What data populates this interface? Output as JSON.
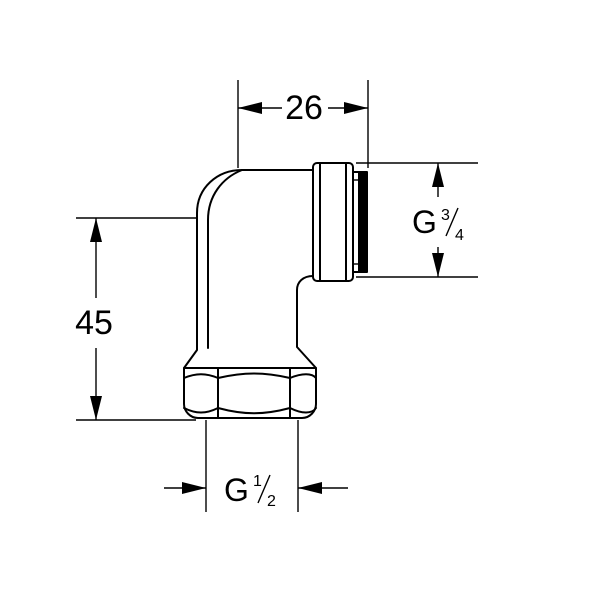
{
  "dimensions": {
    "width_label": "26",
    "height_label": "45",
    "outlet_thread": {
      "letter": "G",
      "num": "3",
      "den": "4"
    },
    "inlet_thread": {
      "letter": "G",
      "num": "1",
      "den": "2"
    }
  },
  "colors": {
    "line": "#000000",
    "background": "#ffffff"
  }
}
